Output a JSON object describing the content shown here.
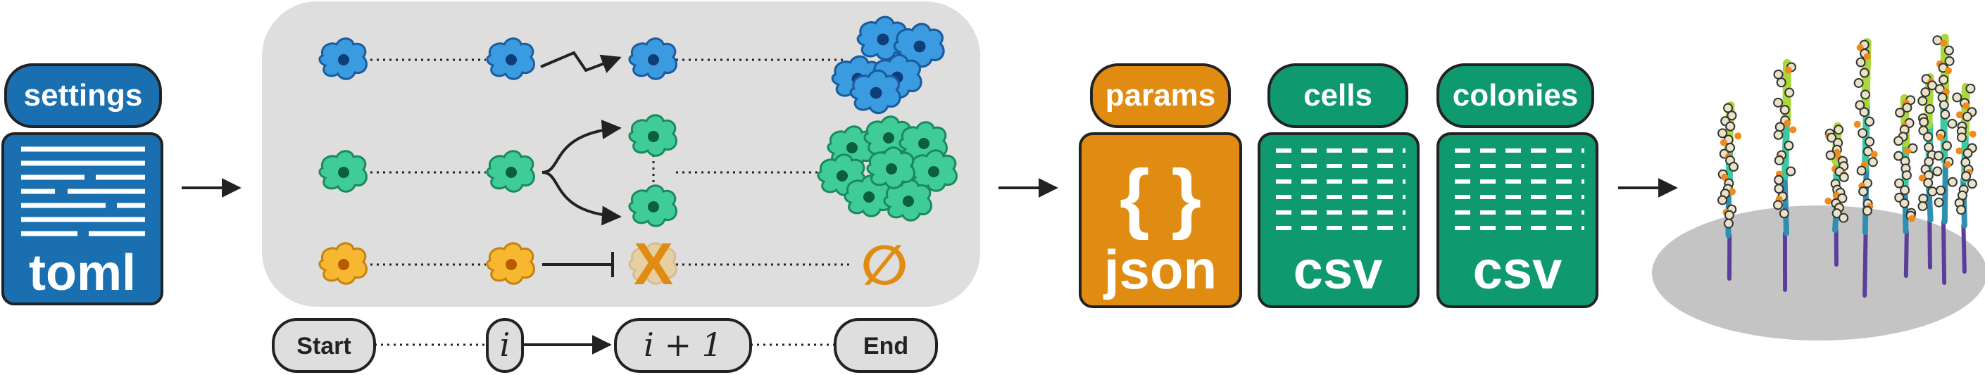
{
  "input": {
    "tab_label": "settings",
    "file_label": "toml",
    "color": "#1a6fb0"
  },
  "simulation": {
    "panel_color": "#dedede",
    "timeline": {
      "start_label": "Start",
      "step_label": "i",
      "next_step_label": "i + 1",
      "end_label": "End"
    },
    "rows": [
      {
        "name": "migrate",
        "color": "#3b9be0",
        "edge": "#1a5c9e",
        "action": "move"
      },
      {
        "name": "divide",
        "color": "#3fcc99",
        "edge": "#1a8a5e",
        "action": "divide"
      },
      {
        "name": "death",
        "color": "#f7b731",
        "edge": "#c4820f",
        "action": "die",
        "death_mark": "X",
        "empty_mark": "∅"
      }
    ]
  },
  "outputs": [
    {
      "tab_label": "params",
      "file_label": "json",
      "body_glyph": "{  }",
      "color": "#e08c12"
    },
    {
      "tab_label": "cells",
      "file_label": "csv",
      "color": "#0e9a6e"
    },
    {
      "tab_label": "colonies",
      "file_label": "csv",
      "color": "#0e9a6e"
    }
  ],
  "render": {
    "base_color": "#c4c4c4",
    "stem_colors": [
      "#5b3e9b",
      "#2f8fb0",
      "#3dc8a0",
      "#a8d83a"
    ],
    "cell_color": "#e9e4c8",
    "accent_color": "#f08a1c"
  }
}
